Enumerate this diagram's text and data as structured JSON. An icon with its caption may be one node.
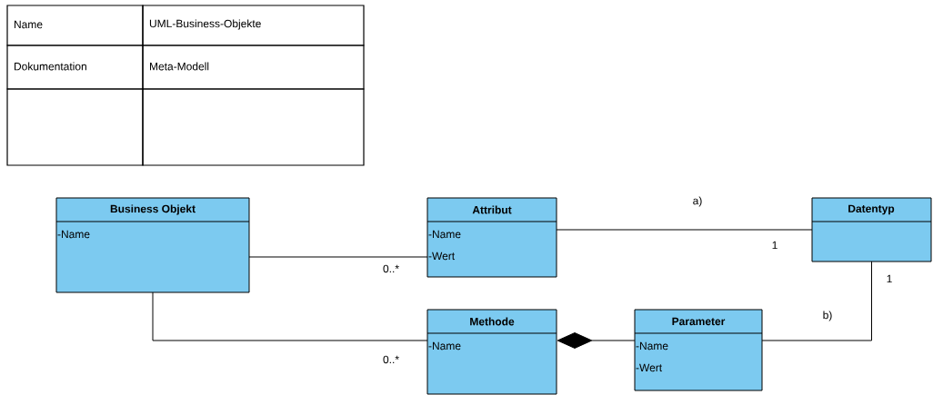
{
  "diagram": {
    "nodes": [
      {
        "text": [
          "Business Objekt",
          "-Name"
        ]
      },
      {
        "text": [
          "Attribut",
          "-Name",
          "-Wert"
        ]
      },
      {
        "text": [
          "Datentyp"
        ]
      },
      {
        "text": [
          "Methode",
          "-Name"
        ]
      },
      {
        "text": [
          "Parameter",
          "-Name",
          "-Wert"
        ]
      }
    ],
    "edges": [
      {
        "from": 0,
        "to": 1,
        "arrow": "none"
      },
      {
        "from": 1,
        "to": 2,
        "arrow": "none",
        "label": "a)"
      },
      {
        "from": 0,
        "to": 3,
        "arrow": "none"
      },
      {
        "from": 3,
        "to": 4,
        "arrow": "other"
      },
      {
        "from": 4,
        "to": 2,
        "arrow": "none",
        "label": "b)"
      }
    ],
    "labels": [
      "Name",
      "UML-Business-Objekte",
      "Dokumentation",
      "Meta-Modell",
      "0..*",
      "0..*",
      "1",
      "1"
    ]
  }
}
